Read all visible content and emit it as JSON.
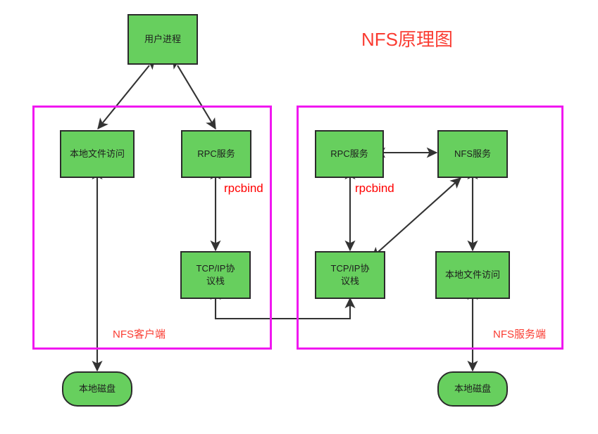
{
  "title": "NFS原理图",
  "nodes": {
    "user_process": "用户进程",
    "client_local_file_access": "本地文件访问",
    "client_rpc_service": "RPC服务",
    "client_tcpip_stack": "TCP/IP协议栈",
    "client_local_disk": "本地磁盘",
    "server_rpc_service": "RPC服务",
    "server_nfs_service": "NFS服务",
    "server_tcpip_stack": "TCP/IP协议栈",
    "server_local_file_access": "本地文件访问",
    "server_local_disk": "本地磁盘"
  },
  "zones": {
    "client_label": "NFS客户端",
    "server_label": "NFS服务端"
  },
  "edge_labels": {
    "client_rpcbind": "rpcbind",
    "server_rpcbind": "rpcbind"
  },
  "colors": {
    "node_fill": "#67cf5e",
    "node_border": "#2b2b2b",
    "zone_border": "#f018f0",
    "accent_text": "#fa3c32",
    "edge_label": "#ff0000",
    "edge_line": "#333333"
  }
}
